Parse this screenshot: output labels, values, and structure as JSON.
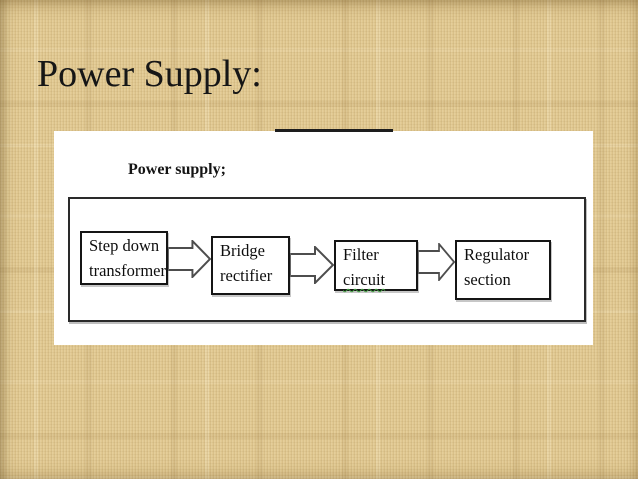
{
  "slide": {
    "title": "Power Supply:"
  },
  "figure": {
    "caption": "Power supply;",
    "blocks": [
      {
        "lines": [
          "Step down",
          "transformer"
        ]
      },
      {
        "lines": [
          "Bridge",
          "rectifier"
        ]
      },
      {
        "lines": [
          "Filter",
          "circuit"
        ]
      },
      {
        "lines": [
          "Regulator",
          "section"
        ]
      }
    ]
  },
  "colors": {
    "background_tan": "#e2ca93",
    "panel_white": "#ffffff",
    "text_black": "#161616",
    "box_border_black": "#151515",
    "frame_border": "#2a2a2a",
    "arrow_outline_gray": "#4d4d4d",
    "spellcheck_green": "#3f9e3f"
  }
}
